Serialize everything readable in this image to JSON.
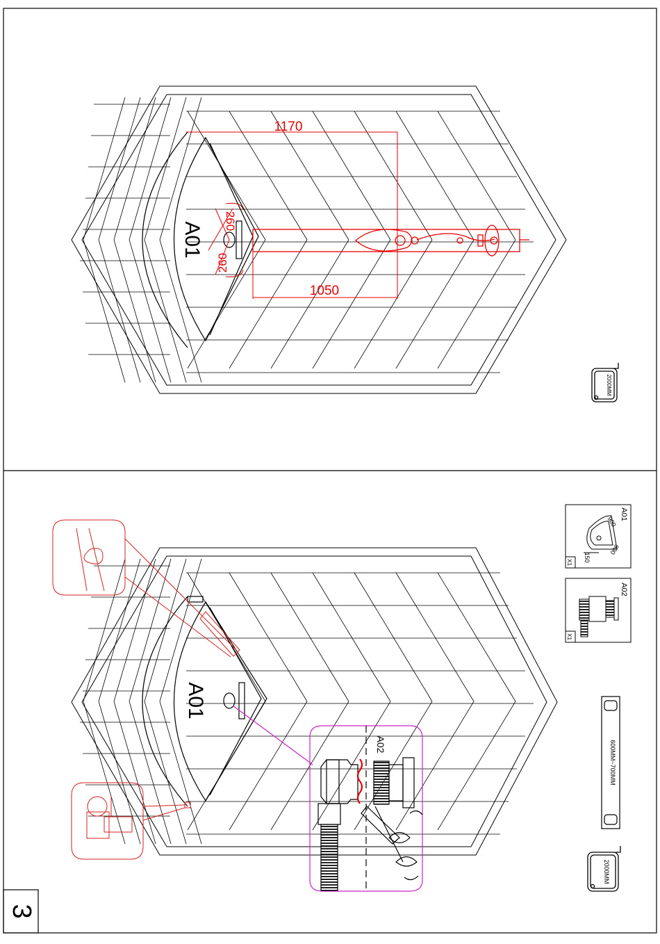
{
  "step": {
    "number": "3"
  },
  "top_panel": {
    "part_label": "A01",
    "dimensions": {
      "width_top": "1170",
      "width_bottom": "1050",
      "drain_offset_a": "260",
      "drain_offset_b": "260"
    },
    "tool_label": "2000MM"
  },
  "bottom_panel": {
    "part_label": "A01",
    "waste_part_label": "A02",
    "tool_tape_label": "2000MM",
    "level_label": "600MM~700MM",
    "parts_list": [
      {
        "id": "A01",
        "qty": "X1",
        "dims": [
          "900",
          "900",
          "150"
        ]
      },
      {
        "id": "A02",
        "qty": "X1"
      }
    ]
  },
  "colors": {
    "line": "#000000",
    "dimension": "#e60000",
    "callout": "#d62020",
    "waste_callout": "#cc22cc"
  }
}
